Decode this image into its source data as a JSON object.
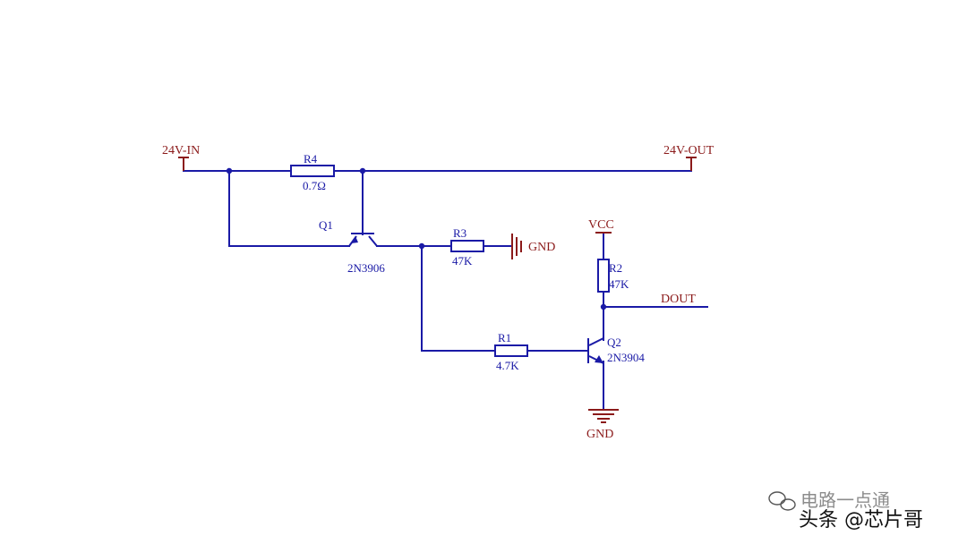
{
  "colors": {
    "wire": "#1a1aa6",
    "power": "#8b1a1a",
    "label_blue": "#1a1aa6",
    "node": "#1a1aa6",
    "watermark": "#222222"
  },
  "ports": {
    "in": "24V-IN",
    "out": "24V-OUT",
    "vcc": "VCC",
    "dout": "DOUT",
    "gnd_r3": "GND",
    "gnd_q2": "GND"
  },
  "components": {
    "r4": {
      "ref": "R4",
      "value": "0.7Ω"
    },
    "r3": {
      "ref": "R3",
      "value": "47K"
    },
    "r2": {
      "ref": "R2",
      "value": "47K"
    },
    "r1": {
      "ref": "R1",
      "value": "4.7K"
    },
    "q1": {
      "ref": "Q1",
      "part": "2N3906"
    },
    "q2": {
      "ref": "Q2",
      "part": "2N3904"
    }
  },
  "watermark": {
    "line1": "电路一点通",
    "line2": "头条 @芯片哥"
  }
}
